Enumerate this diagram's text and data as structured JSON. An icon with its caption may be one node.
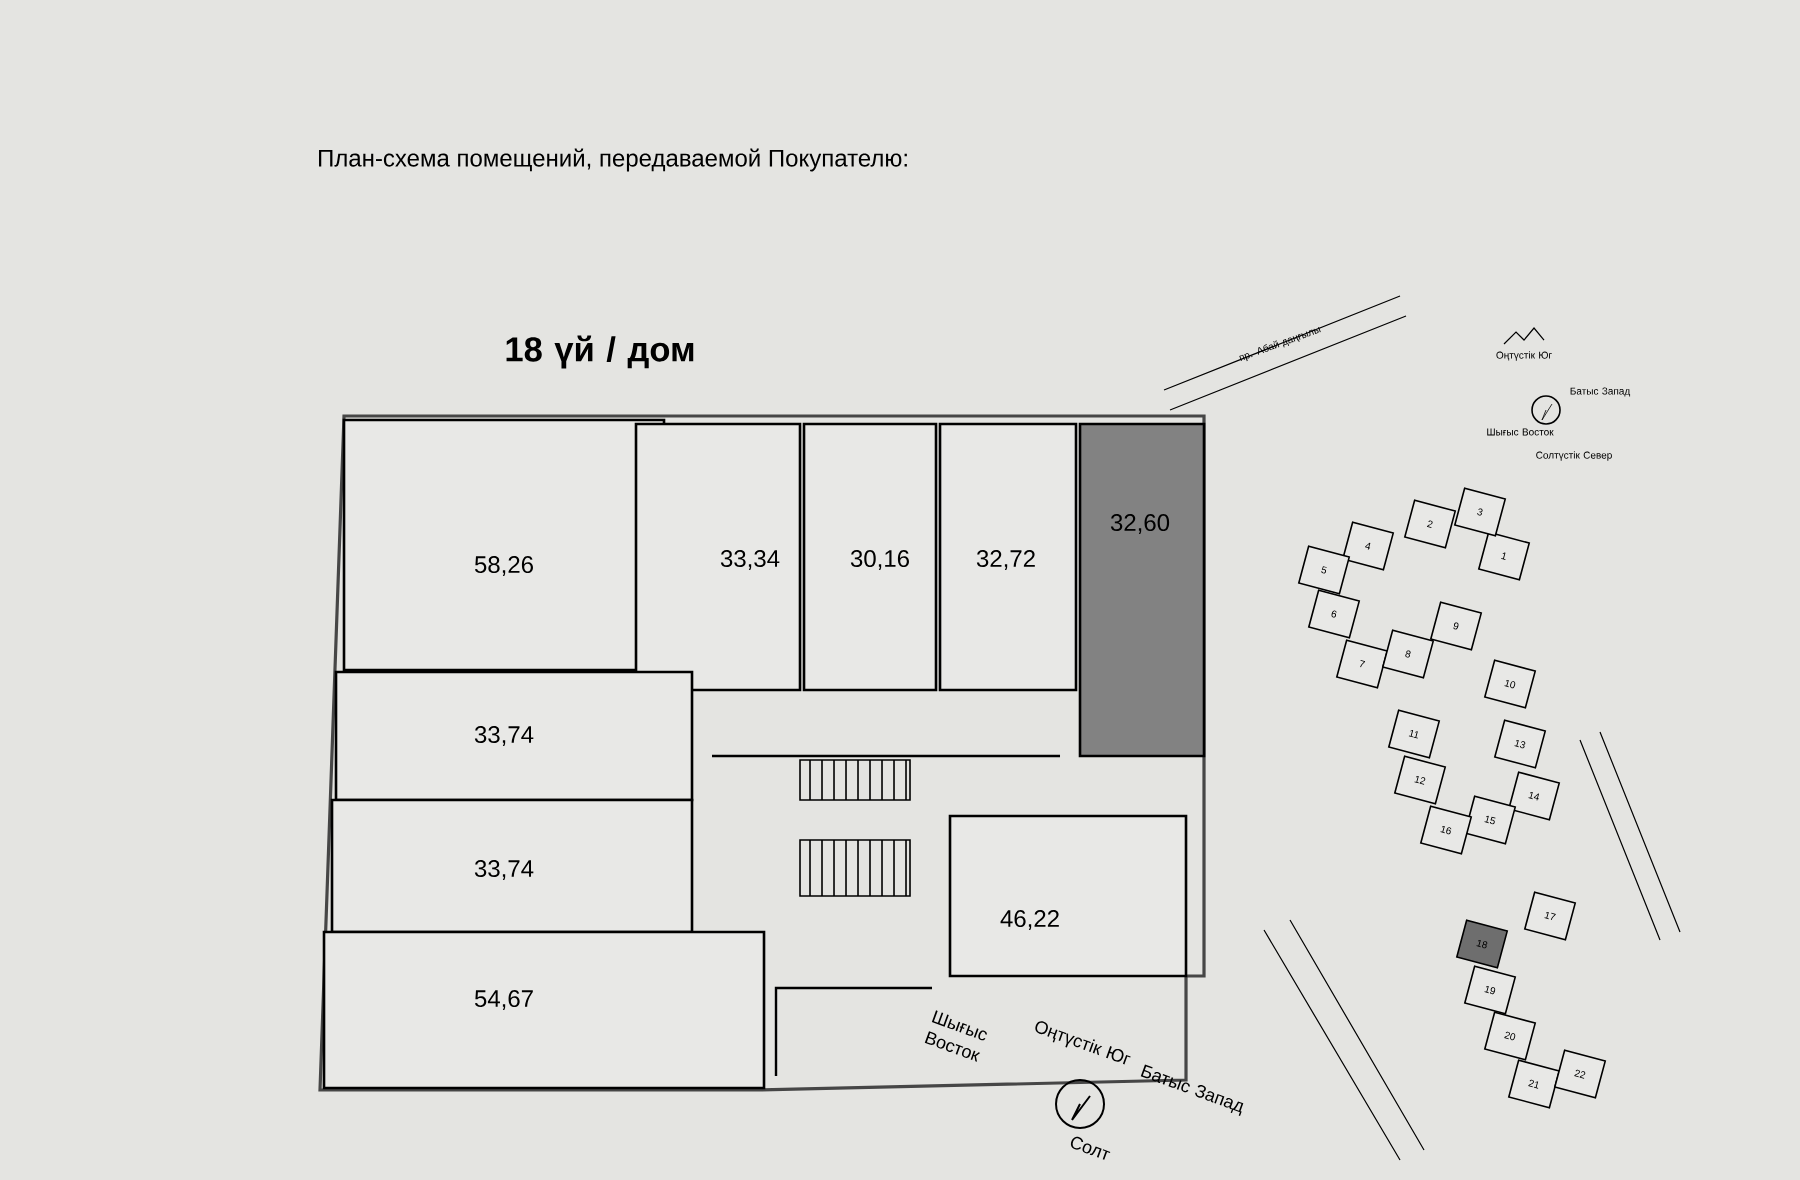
{
  "diagram": {
    "title": "План-схема помещений, передаваемой Покупателю:",
    "nodes": [
      {
        "text": [
          "58,26"
        ]
      },
      {
        "text": [
          "33,34"
        ]
      },
      {
        "text": [
          "30,16"
        ]
      },
      {
        "text": [
          "32,72"
        ]
      },
      {
        "text": [
          "32,60"
        ]
      },
      {
        "text": [
          "33,74"
        ]
      },
      {
        "text": [
          "33,74"
        ]
      },
      {
        "text": [
          "46,22"
        ]
      },
      {
        "text": [
          "54,67"
        ]
      },
      {
        "text": [
          "1"
        ]
      },
      {
        "text": [
          "2"
        ]
      },
      {
        "text": [
          "3"
        ]
      },
      {
        "text": [
          "4"
        ]
      },
      {
        "text": [
          "5"
        ]
      },
      {
        "text": [
          "6"
        ]
      },
      {
        "text": [
          "7"
        ]
      },
      {
        "text": [
          "8"
        ]
      },
      {
        "text": [
          "9"
        ]
      },
      {
        "text": [
          "10"
        ]
      },
      {
        "text": [
          "11"
        ]
      },
      {
        "text": [
          "12"
        ]
      },
      {
        "text": [
          "13"
        ]
      },
      {
        "text": [
          "14"
        ]
      },
      {
        "text": [
          "15"
        ]
      },
      {
        "text": [
          "16"
        ]
      },
      {
        "text": [
          "17"
        ]
      },
      {
        "text": [
          "18"
        ]
      },
      {
        "text": [
          "19"
        ]
      },
      {
        "text": [
          "20"
        ]
      },
      {
        "text": [
          "21"
        ]
      },
      {
        "text": [
          "22"
        ]
      }
    ],
    "labels": [
      "18 үй / дом",
      "пр. Абай даңғылы",
      "Оңтүстік Юг",
      "Шығыс Восток",
      "Батыс Запад",
      "Солтүстік Север",
      "Оңтүстік Юг",
      "Шығыс Восток",
      "Батыс Запад",
      "Солт"
    ]
  }
}
